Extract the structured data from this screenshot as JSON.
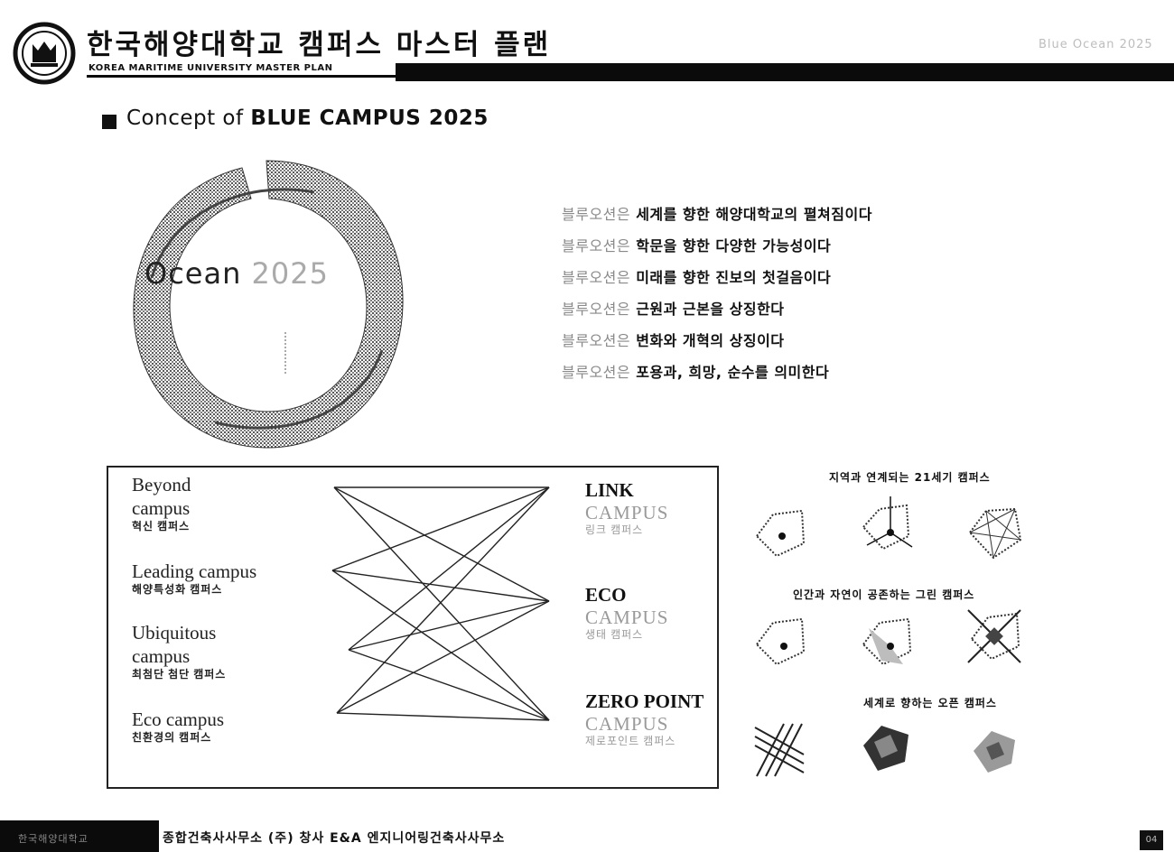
{
  "header": {
    "title_ko": "한국해양대학교 캠퍼스 마스터 플랜",
    "title_en": "KOREA MARITIME UNIVERSITY MASTER PLAN",
    "badge": "Blue Ocean 2025"
  },
  "concept": {
    "prefix": "Concept  of  ",
    "title_strong": "BLUE CAMPUS 2025"
  },
  "ocean_logo": {
    "word_main": "Ocean",
    "word_year": " 2025"
  },
  "vision": {
    "lead": "블루오션은",
    "items": [
      "세계를 향한 해양대학교의 펼쳐짐이다",
      "학문을 향한 다양한 가능성이다",
      "미래를 향한 진보의 첫걸음이다",
      "근원과 근본을 상징한다",
      "변화와 개혁의 상징이다",
      "포용과, 희망, 순수를 의미한다"
    ]
  },
  "left_campus": [
    {
      "en1": "Beyond",
      "en2": "campus",
      "ko": "혁신 캠퍼스"
    },
    {
      "en1": "Leading campus",
      "en2": "",
      "ko": "해양특성화 캠퍼스"
    },
    {
      "en1": "Ubiquitous",
      "en2": "campus",
      "ko": "최첨단 첨단 캠퍼스"
    },
    {
      "en1": "Eco campus",
      "en2": "",
      "ko": "친환경의 캠퍼스"
    }
  ],
  "right_campus": [
    {
      "h": "LINK",
      "sub": "CAMPUS",
      "ko": "링크 캠퍼스"
    },
    {
      "h": "ECO",
      "sub": "CAMPUS",
      "ko": "생태 캠퍼스"
    },
    {
      "h": "ZERO POINT",
      "sub": "CAMPUS",
      "ko": "제로포인트 캠퍼스"
    }
  ],
  "diagram_titles": [
    "지역과 연계되는 21세기 캠퍼스",
    "인간과 자연이 공존하는 그린 캠퍼스",
    "세계로 향하는 오픈 캠퍼스"
  ],
  "footer": {
    "block_text": "한국해양대학교",
    "text": "종합건축사사무소  (주) 창사 E&A 엔지니어링건축사사무소",
    "page": "04"
  }
}
